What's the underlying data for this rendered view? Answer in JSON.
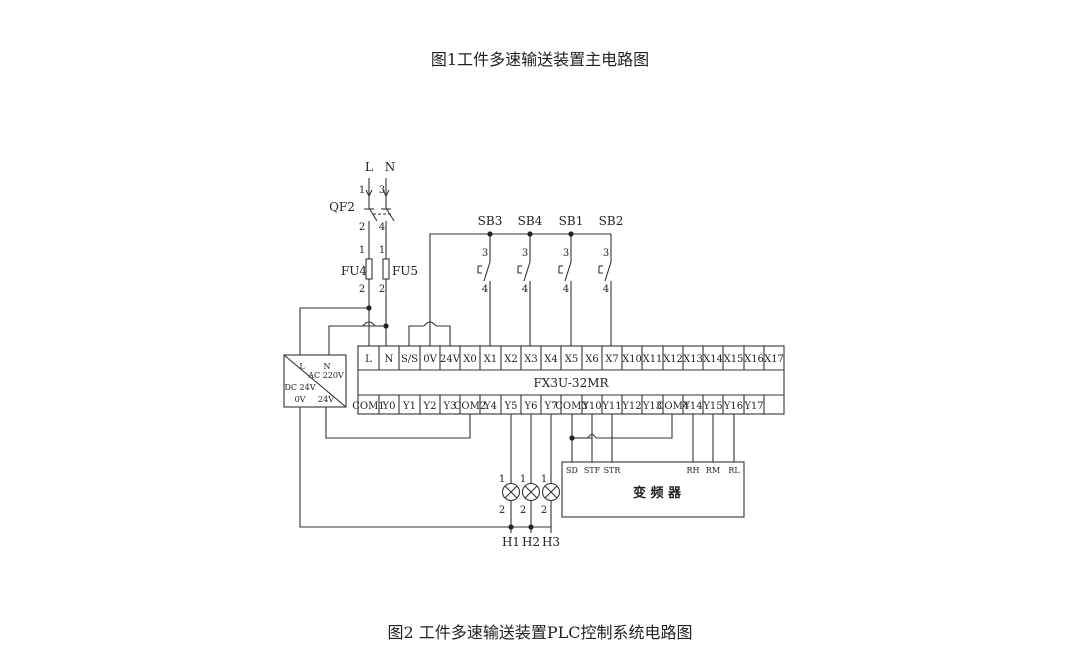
{
  "captions": {
    "figure1": "图1工件多速输送装置主电路图",
    "figure2": "图2 工件多速输送装置PLC控制系统电路图"
  },
  "supply": {
    "line": "L",
    "neutral": "N"
  },
  "breaker": {
    "label": "QF2",
    "pins": [
      "1",
      "3",
      "2",
      "4"
    ]
  },
  "fuses": [
    {
      "label": "FU4",
      "pin_top": "1",
      "pin_bottom": "2"
    },
    {
      "label": "FU5",
      "pin_top": "1",
      "pin_bottom": "2"
    }
  ],
  "power_module": {
    "in_l": "L",
    "in_n": "N",
    "in_ac": "AC 220V",
    "out_dc": "DC 24V",
    "out_0v": "0V",
    "out_24v": "24V"
  },
  "buttons": [
    {
      "label": "SB3",
      "pin_top": "3",
      "pin_bottom": "4"
    },
    {
      "label": "SB4",
      "pin_top": "3",
      "pin_bottom": "4"
    },
    {
      "label": "SB1",
      "pin_top": "3",
      "pin_bottom": "4"
    },
    {
      "label": "SB2",
      "pin_top": "3",
      "pin_bottom": "4"
    }
  ],
  "plc": {
    "model": "FX3U-32MR",
    "top_terminals": [
      "L",
      "N",
      "S/S",
      "0V",
      "24V",
      "X0",
      "X1",
      "X2",
      "X3",
      "X4",
      "X5",
      "X6",
      "X7",
      "X10",
      "X11",
      "X12",
      "X13",
      "X14",
      "X15",
      "X16",
      "X17"
    ],
    "bottom_terminals": [
      "COM1",
      "Y0",
      "Y1",
      "Y2",
      "Y3",
      "COM2",
      "Y4",
      "Y5",
      "Y6",
      "Y7",
      "COM3",
      "Y10",
      "Y11",
      "Y12",
      "Y13",
      "COM4",
      "Y14",
      "Y15",
      "Y16",
      "Y17"
    ]
  },
  "inverter": {
    "label": "变 频 器",
    "terminals": [
      "SD",
      "STF",
      "STR",
      "RH",
      "RM",
      "RL"
    ]
  },
  "lamps": [
    {
      "label": "H1",
      "pin_top": "1",
      "pin_bottom": "2"
    },
    {
      "label": "H2",
      "pin_top": "1",
      "pin_bottom": "2"
    },
    {
      "label": "H3",
      "pin_top": "1",
      "pin_bottom": "2"
    }
  ]
}
